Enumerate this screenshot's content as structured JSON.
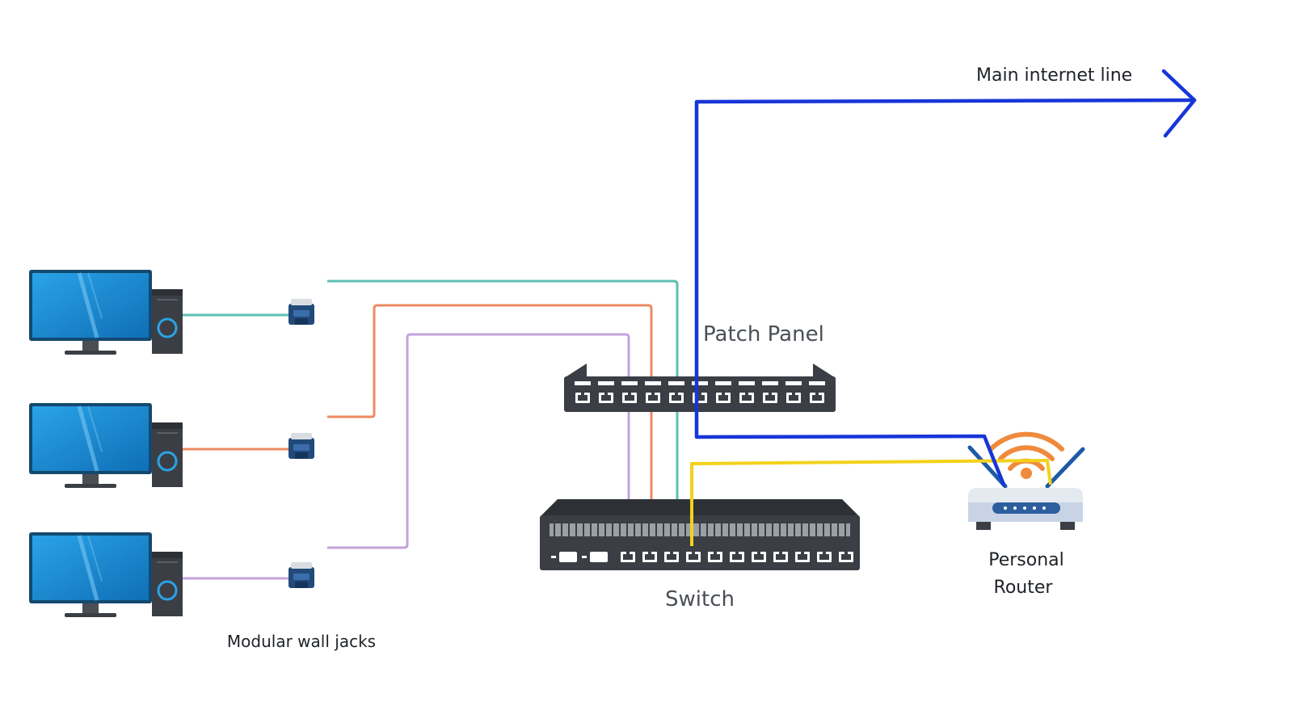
{
  "labels": {
    "main_line": "Main internet line",
    "patch_panel": "Patch Panel",
    "switch": "Switch",
    "router_line1": "Personal",
    "router_line2": "Router",
    "wall_jacks": "Modular wall jacks"
  },
  "icons": [
    "computer-monitor-icon",
    "pc-tower-icon",
    "wall-jack-icon",
    "patch-panel-icon",
    "network-switch-icon",
    "wifi-router-icon",
    "arrow-right-icon"
  ],
  "colors": {
    "internet_line": "#1636d8",
    "router_switch_line": "#f2d21b",
    "cable_teal": "#5cbfb2",
    "cable_orange": "#ee8a62",
    "cable_purple": "#c4a3dd",
    "monitor_blue": "#1d8fd6",
    "device_dark": "#3b3f45",
    "wifi_orange": "#f08a3c"
  }
}
